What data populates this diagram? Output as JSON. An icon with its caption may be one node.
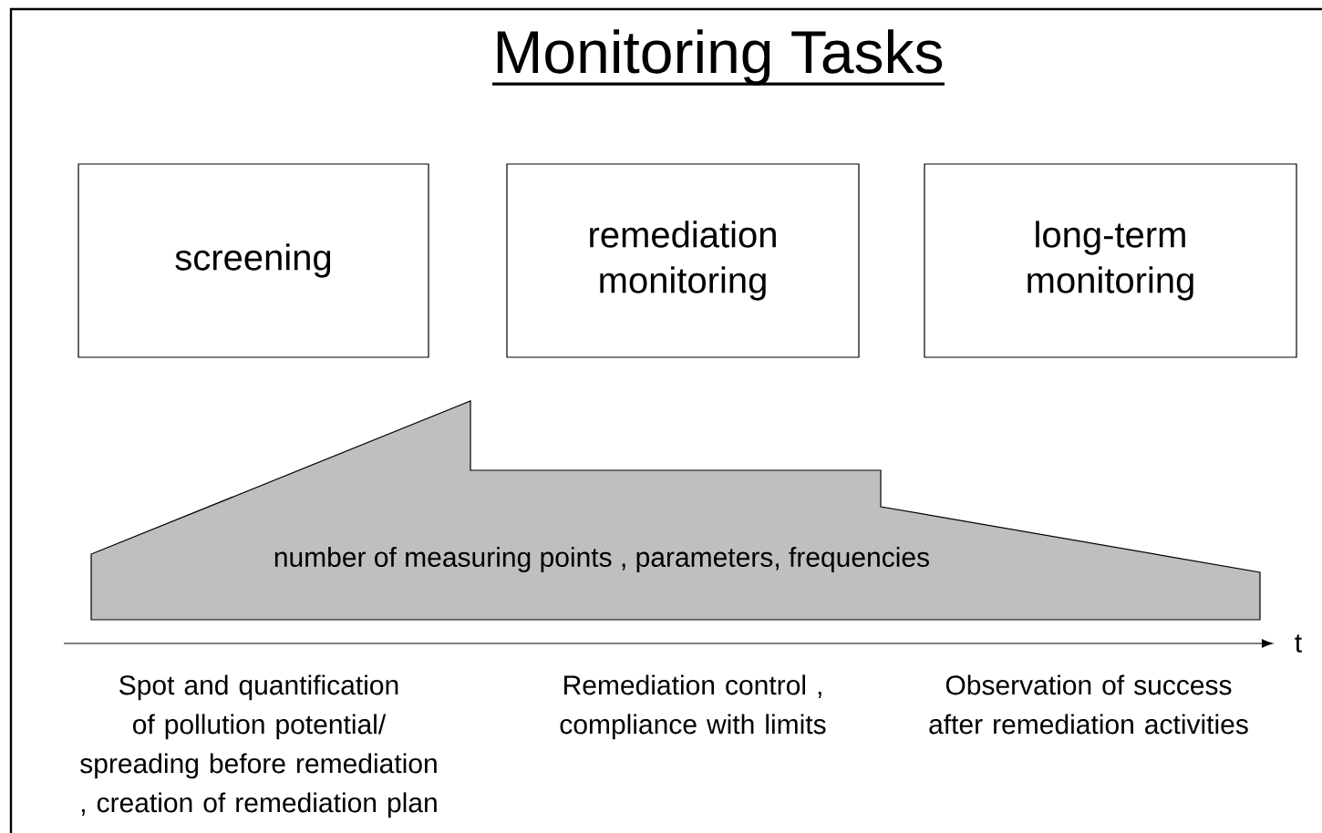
{
  "diagram": {
    "title": "Monitoring Tasks",
    "nodes": [
      {
        "text": [
          "screening"
        ]
      },
      {
        "text": [
          "remediation monitoring"
        ]
      },
      {
        "text": [
          "long-term monitoring"
        ]
      },
      {
        "text": [
          "number of measuring points , parameters, frequencies"
        ]
      }
    ],
    "edges": [],
    "labels": [
      "t",
      "Spot and quantification of pollution potential/ spreading before remediation , creation of remediation plan",
      "Remediation control , compliance with limits",
      "Observation of success after remediation activities"
    ]
  }
}
